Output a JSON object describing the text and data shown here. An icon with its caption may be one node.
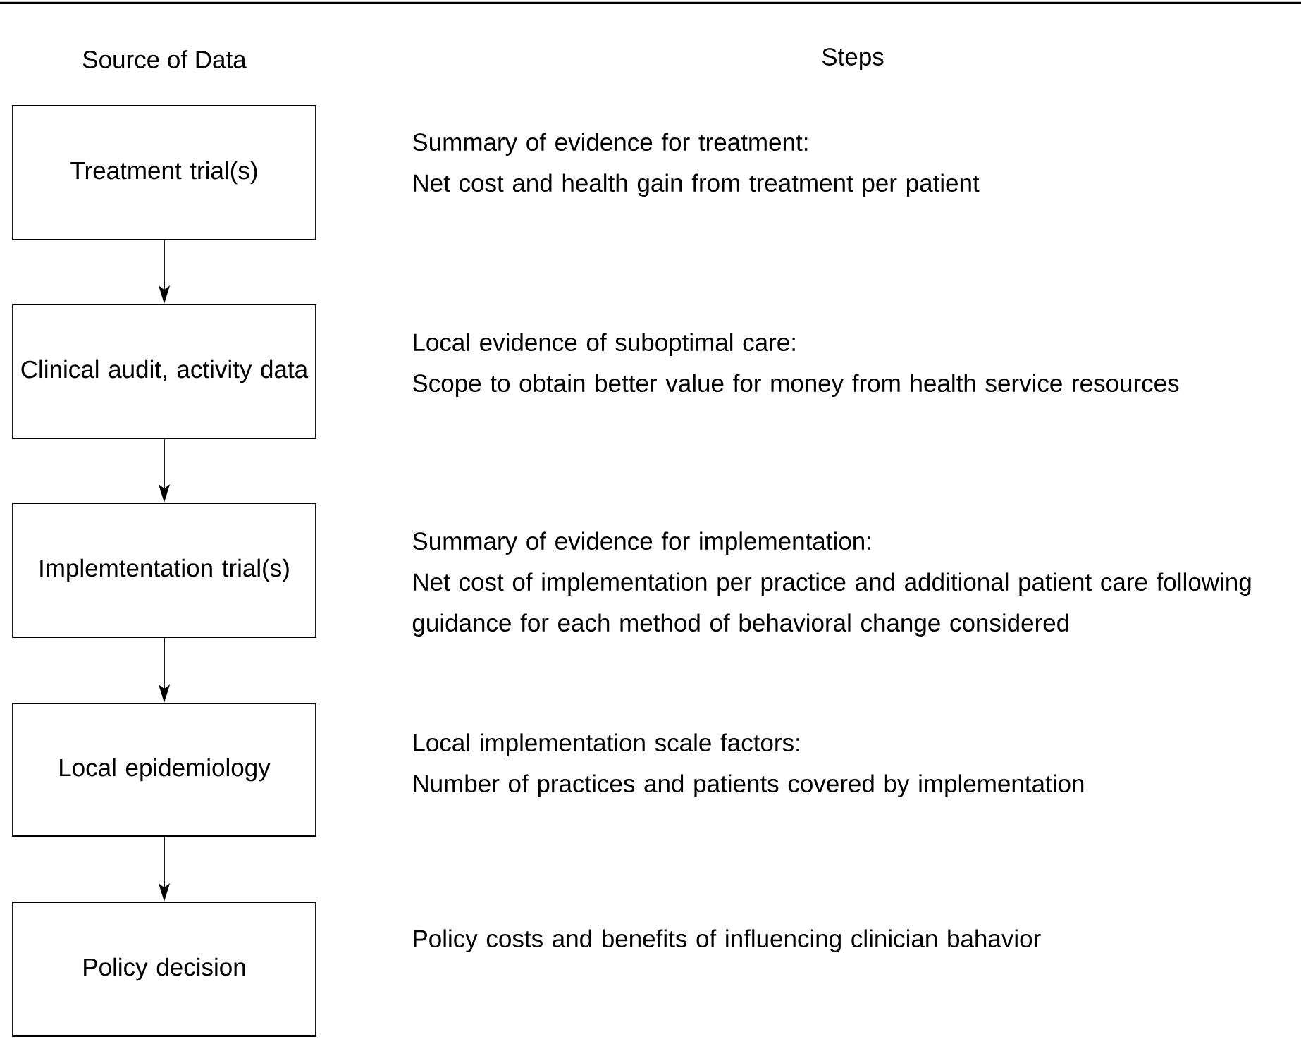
{
  "diagram": {
    "nodes": [
      {
        "text": [
          "Treatment trial(s)"
        ]
      },
      {
        "text": [
          "Clinical audit, activity data"
        ]
      },
      {
        "text": [
          "Implemtentation trial(s)"
        ]
      },
      {
        "text": [
          "Local epidemiology"
        ]
      },
      {
        "text": [
          "Policy decision"
        ]
      }
    ],
    "edges": [
      {
        "from": 0,
        "to": 1,
        "arrow": "to"
      },
      {
        "from": 1,
        "to": 2,
        "arrow": "to"
      },
      {
        "from": 2,
        "to": 3,
        "arrow": "to"
      },
      {
        "from": 3,
        "to": 4,
        "arrow": "to"
      }
    ],
    "labels": [
      "Source of Data",
      "Steps",
      "Summary of evidence for treatment:",
      "Net cost and health gain from treatment per patient",
      "Local evidence of suboptimal care:",
      "Scope to obtain better value for money from health service resources",
      "Summary of evidence for implementation:",
      "Net cost of implementation per practice and additional patient care following guidance for each method of behavioral change considered",
      "Local implementation scale factors:",
      "Number of practices and patients covered by implementation",
      "Policy costs and benefits of influencing clinician bahavior"
    ]
  }
}
